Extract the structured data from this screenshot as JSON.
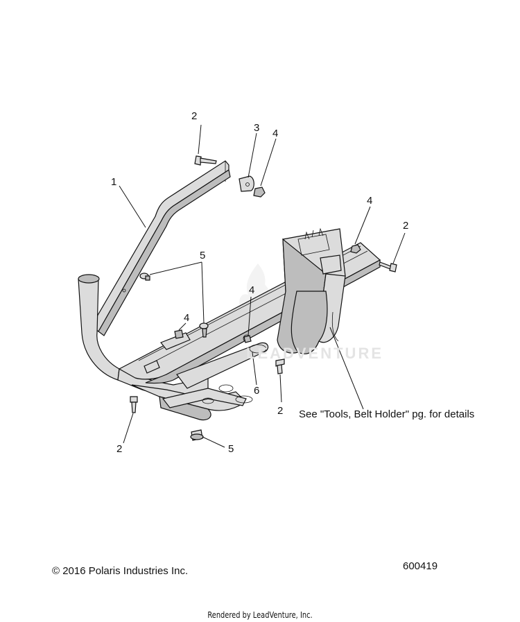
{
  "callouts": [
    {
      "id": "c1",
      "label": "1"
    },
    {
      "id": "c2a",
      "label": "2"
    },
    {
      "id": "c3",
      "label": "3"
    },
    {
      "id": "c4a",
      "label": "4"
    },
    {
      "id": "c4b",
      "label": "4"
    },
    {
      "id": "c2b",
      "label": "2"
    },
    {
      "id": "c5a",
      "label": "5"
    },
    {
      "id": "c4c",
      "label": "4"
    },
    {
      "id": "c4d",
      "label": "4"
    },
    {
      "id": "c6",
      "label": "6"
    },
    {
      "id": "c2c",
      "label": "2"
    },
    {
      "id": "c2d",
      "label": "2"
    },
    {
      "id": "c5b",
      "label": "5"
    }
  ],
  "note": "See \"Tools, Belt Holder\" pg. for details",
  "copyright": "© 2016 Polaris Industries Inc.",
  "part_number": "600419",
  "watermark": "LEADVENTURE",
  "rendered_by": "Rendered by LeadVenture, Inc."
}
